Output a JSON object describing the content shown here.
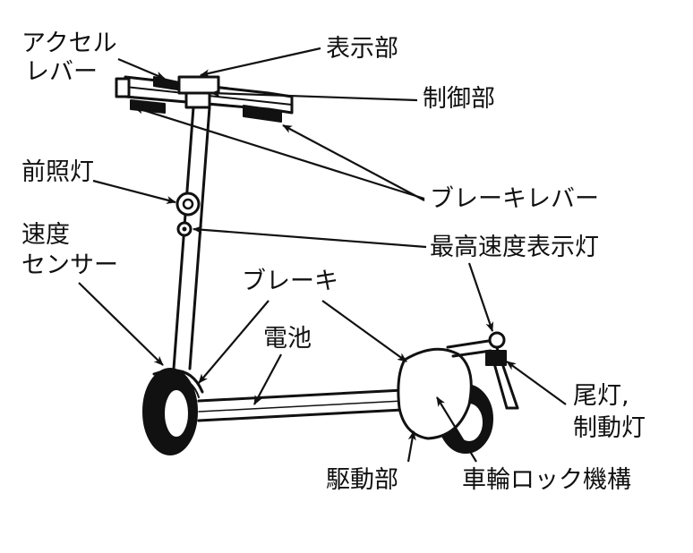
{
  "labels": {
    "accelerator_lever": [
      "アクセル",
      "レバー"
    ],
    "display_unit": "表示部",
    "control_unit": "制御部",
    "headlight": "前照灯",
    "brake_lever": "ブレーキレバー",
    "speed_sensor": [
      "速度",
      "センサー"
    ],
    "max_speed_indicator": "最高速度表示灯",
    "brake": "ブレーキ",
    "battery": "電池",
    "tail_brake_light": [
      "尾灯,",
      "制動灯"
    ],
    "drive_unit": "駆動部",
    "wheel_lock": "車輪ロック機構"
  },
  "colors": {
    "ink": "#111111",
    "background": "#ffffff"
  }
}
